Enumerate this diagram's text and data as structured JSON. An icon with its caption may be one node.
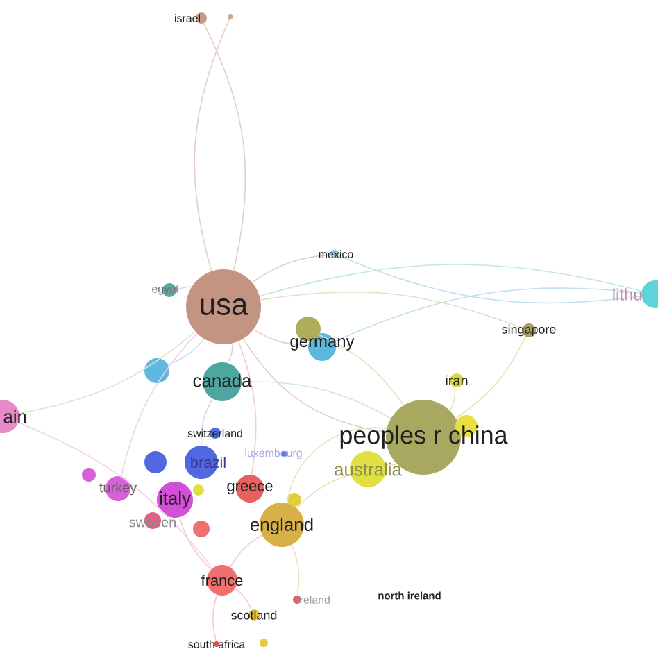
{
  "diagram": {
    "nodes": [
      {
        "text": [
          "israel"
        ]
      },
      {
        "text": [],
        "shape": "circle"
      },
      {
        "text": [
          "mexico"
        ]
      },
      {
        "text": [
          "egypt"
        ]
      },
      {
        "text": [
          "usa"
        ]
      },
      {
        "text": [
          "germany"
        ]
      },
      {
        "text": [
          "singapore"
        ]
      },
      {
        "text": [
          "lithu"
        ]
      },
      {
        "text": [
          "canada"
        ]
      },
      {
        "text": [
          "iran"
        ]
      },
      {
        "text": [
          "ain"
        ]
      },
      {
        "text": [
          "switzerland"
        ]
      },
      {
        "text": [
          "brazil"
        ]
      },
      {
        "text": [
          "luxembourg"
        ]
      },
      {
        "text": [
          "peoples r china"
        ]
      },
      {
        "text": [
          "australia"
        ]
      },
      {
        "text": [
          "turkey"
        ]
      },
      {
        "text": [
          "italy"
        ]
      },
      {
        "text": [
          "greece"
        ]
      },
      {
        "text": [
          "sweden"
        ]
      },
      {
        "text": [
          "england"
        ]
      },
      {
        "text": [
          "france"
        ]
      },
      {
        "text": [
          "ireland"
        ]
      },
      {
        "text": [
          "scotland"
        ]
      },
      {
        "text": [
          "north ireland"
        ]
      },
      {
        "text": [
          "south africa"
        ]
      },
      {
        "text": [],
        "shape": "circle"
      },
      {
        "text": [],
        "shape": "circle"
      },
      {
        "text": [],
        "shape": "circle"
      },
      {
        "text": [],
        "shape": "circle"
      },
      {
        "text": [],
        "shape": "circle"
      },
      {
        "text": [],
        "shape": "circle"
      },
      {
        "text": [],
        "shape": "circle"
      },
      {
        "text": [],
        "shape": "circle"
      },
      {
        "text": [],
        "shape": "circle"
      }
    ],
    "edges": [
      {
        "from": 0,
        "to": 4,
        "arrow": "none",
        "color": "#e2cfc6"
      },
      {
        "from": 1,
        "to": 4,
        "arrow": "none",
        "color": "#e2cfc6"
      },
      {
        "from": 4,
        "to": 2,
        "arrow": "none",
        "color": "#e2cfc6"
      },
      {
        "from": 4,
        "to": 3,
        "arrow": "none",
        "color": "#bfe0e6"
      },
      {
        "from": 4,
        "to": 8,
        "arrow": "none",
        "color": "#e2cfc6"
      },
      {
        "from": 4,
        "to": 5,
        "arrow": "none",
        "color": "#e2cfc6"
      },
      {
        "from": 4,
        "to": 14,
        "arrow": "none",
        "color": "#e2cfc6"
      },
      {
        "from": 4,
        "to": 7,
        "arrow": "none",
        "color": "#bfe6e8"
      },
      {
        "from": 4,
        "to": 10,
        "arrow": "none",
        "color": "#d8e8c8"
      },
      {
        "from": 4,
        "to": 6,
        "arrow": "none",
        "color": "#e6dcc0"
      },
      {
        "from": 5,
        "to": 7,
        "arrow": "none",
        "color": "#bfe0ec"
      },
      {
        "from": 2,
        "to": 7,
        "arrow": "none",
        "color": "#bfe0ec"
      },
      {
        "from": 14,
        "to": 6,
        "arrow": "none",
        "color": "#e6e2b8"
      },
      {
        "from": 14,
        "to": 9,
        "arrow": "none",
        "color": "#e6e2b8"
      },
      {
        "from": 14,
        "to": 15,
        "arrow": "none",
        "color": "#e6e2b8"
      },
      {
        "from": 14,
        "to": 20,
        "arrow": "none",
        "color": "#ece0bc"
      },
      {
        "from": 8,
        "to": 14,
        "arrow": "none",
        "color": "#cfe4ea"
      },
      {
        "from": 20,
        "to": 21,
        "arrow": "none",
        "color": "#f2cccc"
      },
      {
        "from": 21,
        "to": 23,
        "arrow": "none",
        "color": "#f2cccc"
      },
      {
        "from": 21,
        "to": 25,
        "arrow": "none",
        "color": "#f2cccc"
      },
      {
        "from": 10,
        "to": 21,
        "arrow": "none",
        "color": "#f6d0e6"
      },
      {
        "from": 17,
        "to": 21,
        "arrow": "none",
        "color": "#f2cccc"
      },
      {
        "from": 12,
        "to": 8,
        "arrow": "none",
        "color": "#ccd4f2"
      },
      {
        "from": 18,
        "to": 4,
        "arrow": "none",
        "color": "#f2cccc"
      },
      {
        "from": 20,
        "to": 22,
        "arrow": "none",
        "color": "#ece0bc"
      },
      {
        "from": 15,
        "to": 20,
        "arrow": "none",
        "color": "#ece0bc"
      },
      {
        "from": 16,
        "to": 4,
        "arrow": "none",
        "color": "#f0d0ec"
      },
      {
        "from": 26,
        "to": 4,
        "arrow": "none",
        "color": "#c8e4f0"
      },
      {
        "from": 27,
        "to": 14,
        "arrow": "none",
        "color": "#e6e2b8"
      }
    ]
  }
}
